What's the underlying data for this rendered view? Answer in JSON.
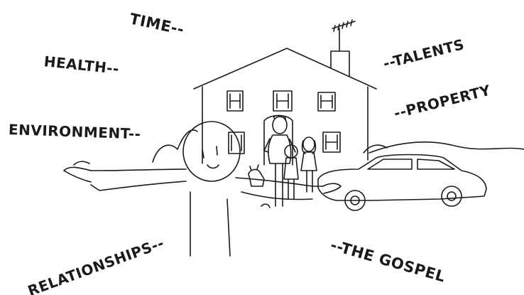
{
  "labels": {
    "time": "TIME--",
    "health": "HEALTH--",
    "environment": "ENVIRONMENT--",
    "relationships": "RELATIONSHIPS--",
    "talents": "--TALENTS",
    "property": "--PROPERTY",
    "gospel": "--THE GOSPEL"
  },
  "colors": {
    "ink": "#1a1a1a",
    "background": "#ffffff"
  }
}
